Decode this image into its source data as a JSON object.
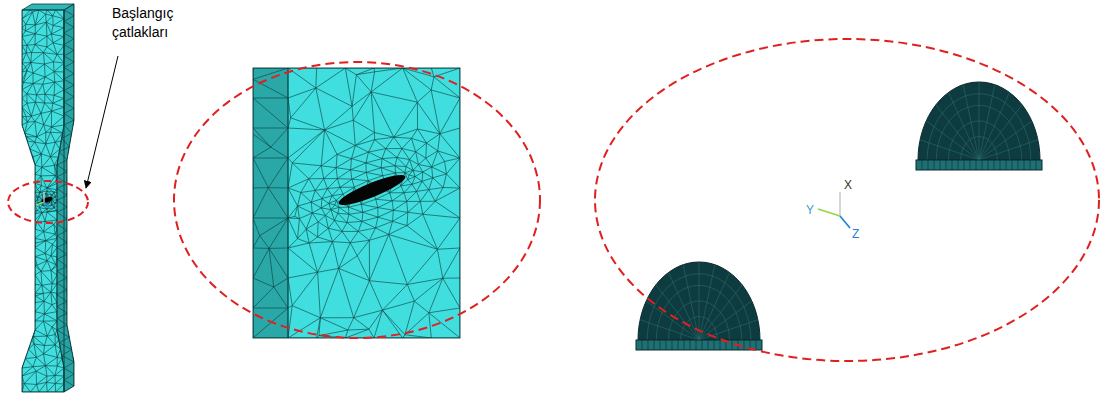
{
  "diagram": {
    "labels": [
      "Başlangıç çatlakları",
      "X",
      "Y",
      "Z"
    ]
  }
}
